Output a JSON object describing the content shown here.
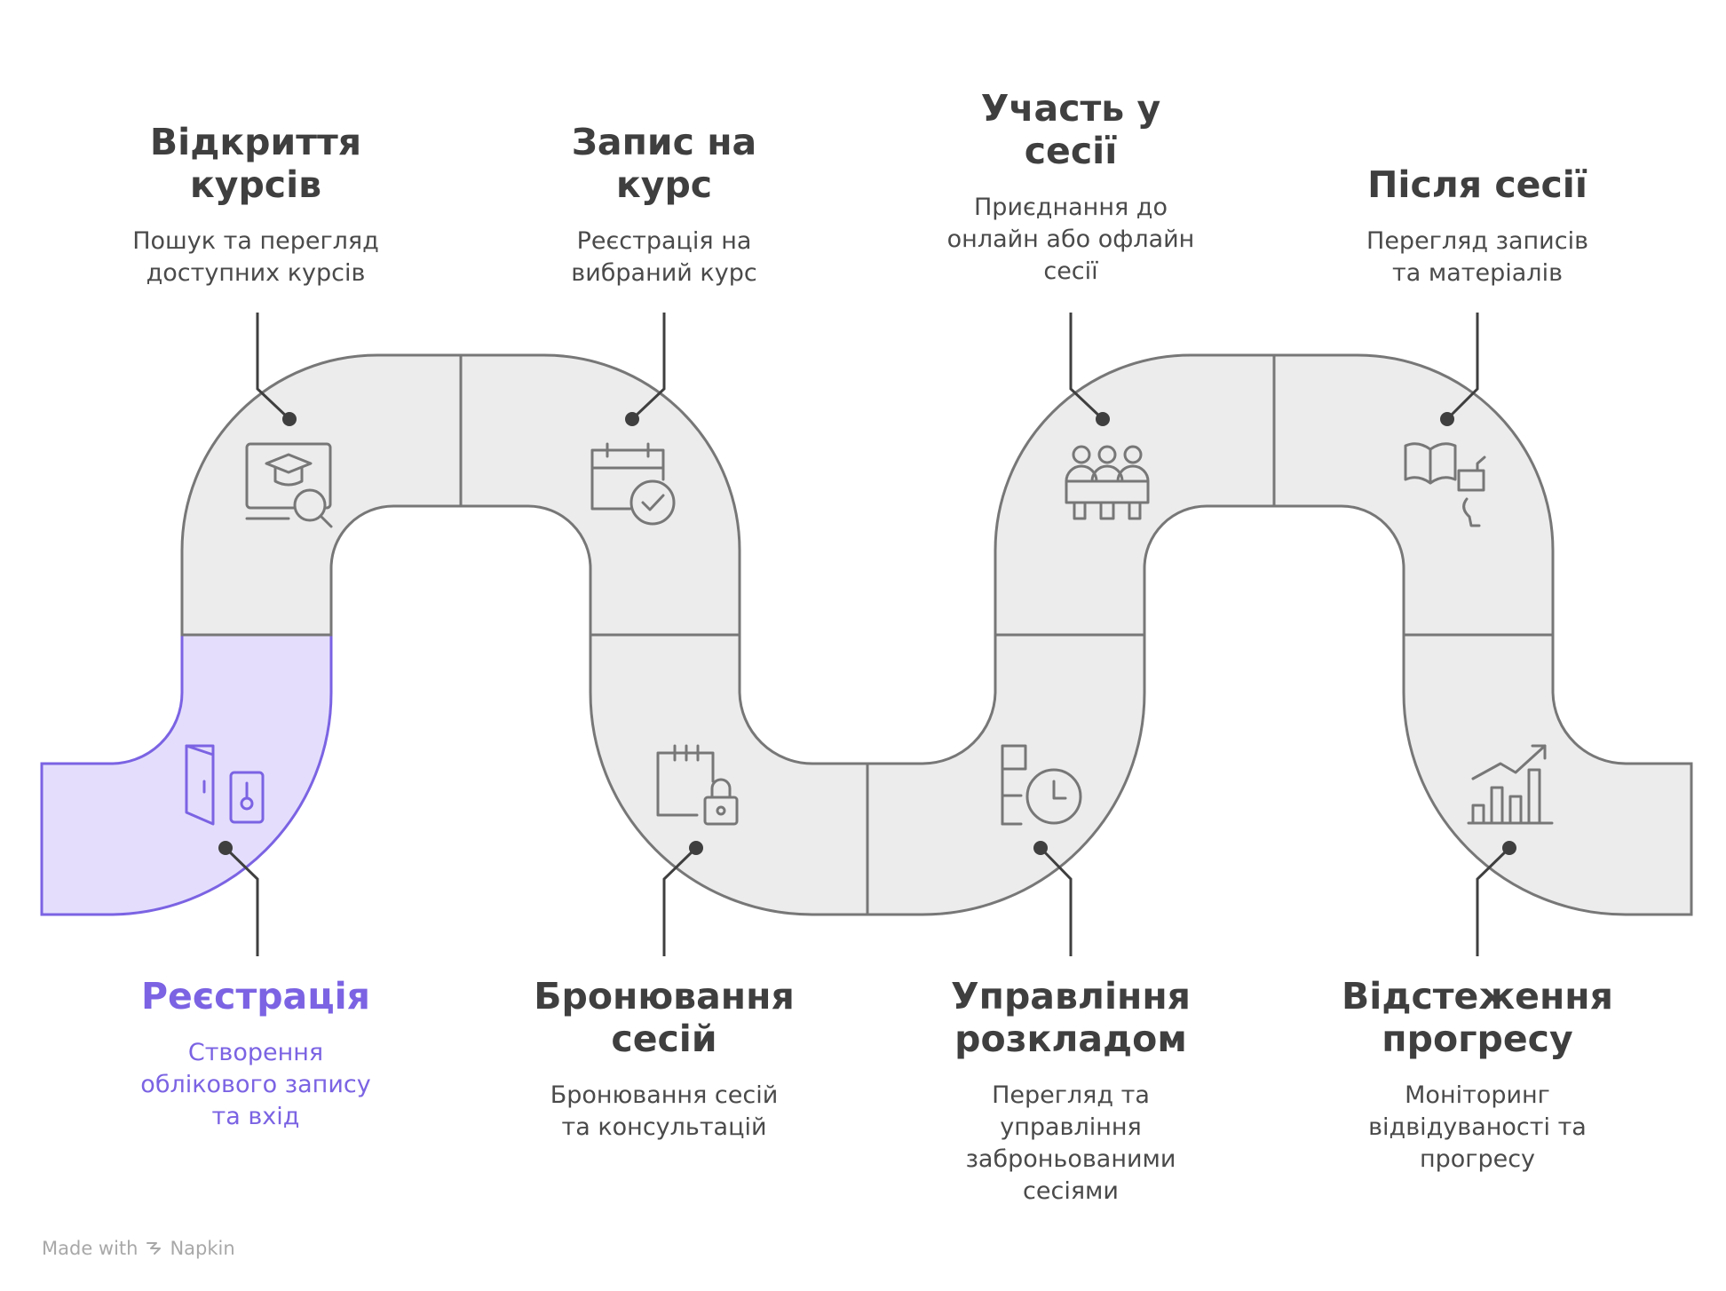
{
  "colors": {
    "path_fill": "#ececec",
    "path_stroke": "#777777",
    "active_fill": "#e4defc",
    "active_stroke": "#7b63e3",
    "text_dark": "#3f3f3f",
    "text_active": "#7b63e3"
  },
  "steps": [
    {
      "id": "registration",
      "title": [
        "Реєстрація"
      ],
      "desc": [
        "Створення",
        "облікового запису",
        "та вхід"
      ],
      "icon": "door-key-icon",
      "active": true
    },
    {
      "id": "course-discovery",
      "title": [
        "Відкриття",
        "курсів"
      ],
      "desc": [
        "Пошук та перегляд",
        "доступних курсів"
      ],
      "icon": "course-search-icon",
      "active": false
    },
    {
      "id": "course-enrollment",
      "title": [
        "Запис на",
        "курс"
      ],
      "desc": [
        "Реєстрація на",
        "вибраний курс"
      ],
      "icon": "calendar-check-icon",
      "active": false
    },
    {
      "id": "session-booking",
      "title": [
        "Бронювання",
        "сесій"
      ],
      "desc": [
        "Бронювання сесій",
        "та консультацій"
      ],
      "icon": "calendar-lock-icon",
      "active": false
    },
    {
      "id": "schedule-management",
      "title": [
        "Управління",
        "розкладом"
      ],
      "desc": [
        "Перегляд та",
        "управління",
        "заброньованими",
        "сесіями"
      ],
      "icon": "schedule-clock-icon",
      "active": false
    },
    {
      "id": "session-participation",
      "title": [
        "Участь у",
        "сесії"
      ],
      "desc": [
        "Приєднання до",
        "онлайн або офлайн",
        "сесії"
      ],
      "icon": "meeting-group-icon",
      "active": false
    },
    {
      "id": "after-session",
      "title": [
        "Після сесії"
      ],
      "desc": [
        "Перегляд записів",
        "та матеріалів"
      ],
      "icon": "book-recording-icon",
      "active": false
    },
    {
      "id": "progress-tracking",
      "title": [
        "Відстеження",
        "прогресу"
      ],
      "desc": [
        "Моніторинг",
        "відвідуваності та",
        "прогресу"
      ],
      "icon": "progress-chart-icon",
      "active": false
    }
  ],
  "watermark": {
    "made_with": "Made with",
    "brand": "Napkin"
  }
}
